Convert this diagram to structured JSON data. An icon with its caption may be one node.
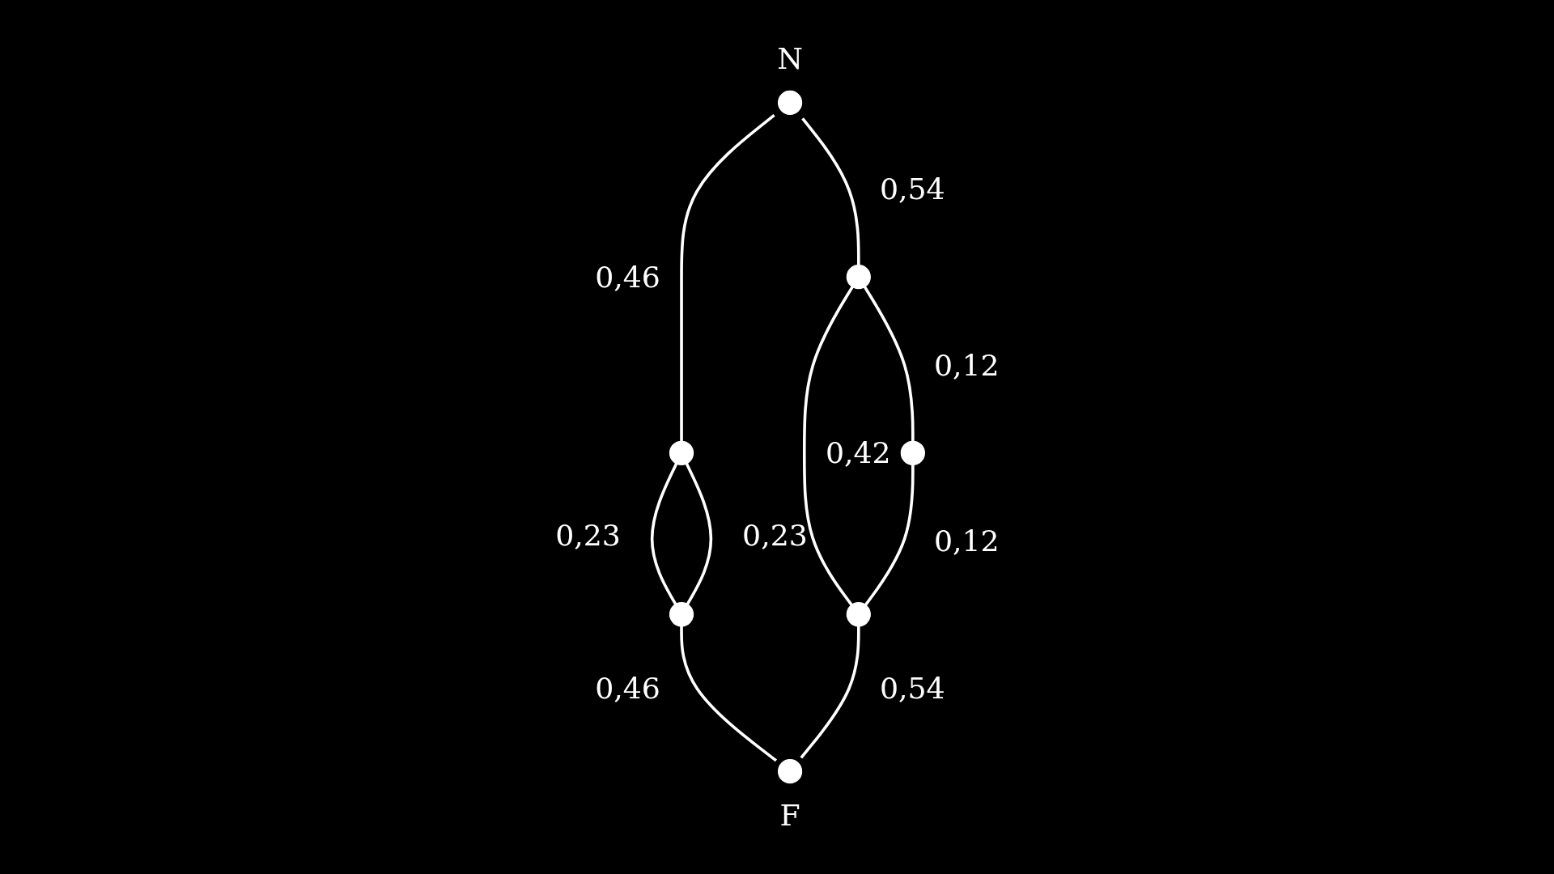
{
  "diagram": {
    "nodes": [
      {
        "text": [],
        "shape": "circle",
        "beside": [
          "N"
        ]
      },
      {
        "text": [],
        "shape": "circle"
      },
      {
        "text": [],
        "shape": "circle"
      },
      {
        "text": [],
        "shape": "circle"
      },
      {
        "text": [],
        "shape": "circle"
      },
      {
        "text": [],
        "shape": "circle"
      },
      {
        "text": [],
        "shape": "circle",
        "beside": [
          "F"
        ]
      }
    ],
    "edges": [
      {
        "from": 0,
        "to": 1,
        "arrow": "none",
        "label": "0,46"
      },
      {
        "from": 0,
        "to": 2,
        "arrow": "none",
        "label": "0,54"
      },
      {
        "from": 1,
        "to": 4,
        "arrow": "none",
        "label": "0,23"
      },
      {
        "from": 1,
        "to": 4,
        "arrow": "none",
        "label": "0,23"
      },
      {
        "from": 2,
        "to": 5,
        "arrow": "none",
        "label": "0,42"
      },
      {
        "from": 2,
        "to": 3,
        "arrow": "none",
        "label": "0,12"
      },
      {
        "from": 3,
        "to": 5,
        "arrow": "none",
        "label": "0,12"
      },
      {
        "from": 4,
        "to": 6,
        "arrow": "none",
        "label": "0,46"
      },
      {
        "from": 5,
        "to": 6,
        "arrow": "none",
        "label": "0,54"
      }
    ]
  }
}
